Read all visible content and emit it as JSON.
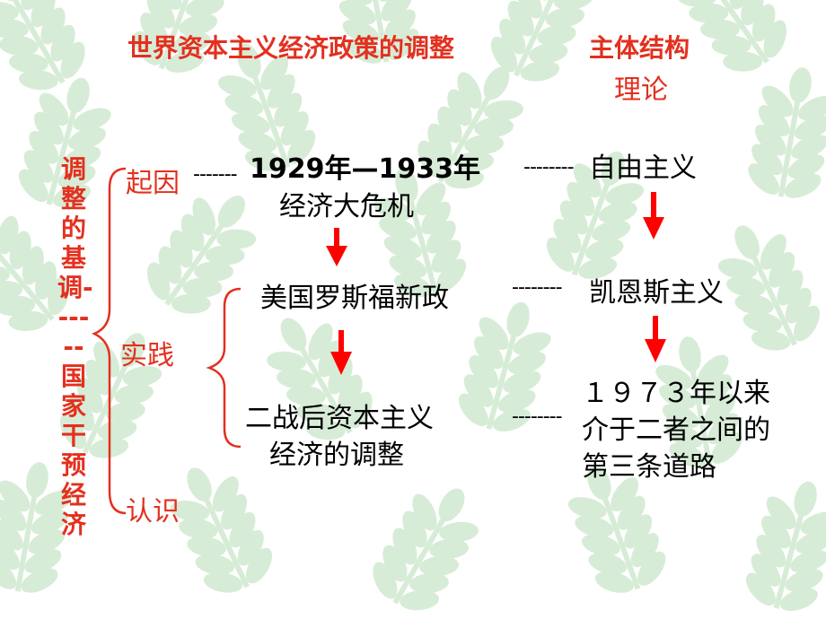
{
  "title": {
    "main": "世界资本主义经济政策的调整",
    "structure": "主体结构",
    "theory": "理论"
  },
  "side_label": "调整的基调------国家干预经济",
  "stages": {
    "cause": "起因",
    "practice": "实践",
    "understanding": "认识"
  },
  "events": {
    "crisis_years": "1929年—1933年",
    "crisis_name": "经济大危机",
    "new_deal": "美国罗斯福新政",
    "postwar_line1": "二战后资本主义",
    "postwar_line2": "经济的调整"
  },
  "theories": {
    "liberalism": "自由主义",
    "keynesianism": "凯恩斯主义",
    "third_way": "１９７３年以来介于二者之间的第三条道路"
  },
  "connectors": {
    "dash1": "-------",
    "dash2": "--------",
    "dash3": "--------",
    "dash4": "--------"
  },
  "colors": {
    "accent": "#e3301f",
    "arrow": "#ff0000",
    "leaf": "#d7ecd7",
    "text": "#000000"
  }
}
